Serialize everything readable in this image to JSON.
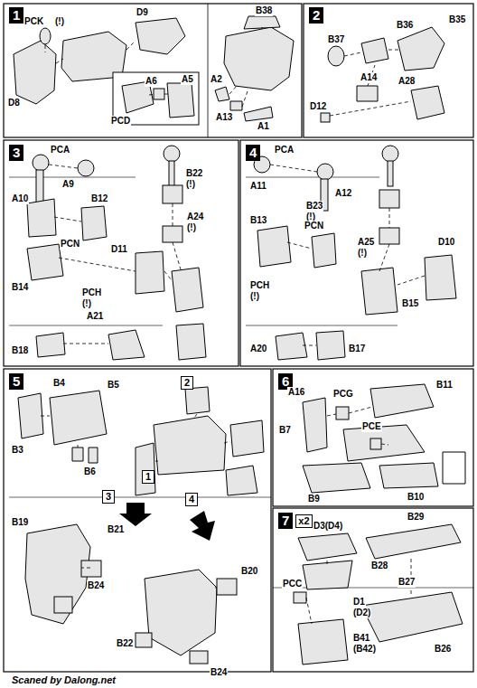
{
  "diagram": {
    "nodes": [
      {
        "text": [
          "1"
        ]
      },
      {
        "text": [
          "2"
        ]
      },
      {
        "text": [
          "3"
        ]
      },
      {
        "text": [
          "4"
        ]
      },
      {
        "text": [
          "5"
        ]
      },
      {
        "text": [
          "6"
        ]
      },
      {
        "text": [
          "7",
          "x2"
        ]
      },
      {
        "text": [
          "2"
        ]
      },
      {
        "text": [
          "1"
        ]
      },
      {
        "text": [
          "3"
        ]
      },
      {
        "text": [
          "4"
        ]
      }
    ],
    "labels": [
      "PCK",
      "(!)",
      "D9",
      "D8",
      "A6",
      "PCD",
      "A5",
      "B38",
      "A2",
      "A13",
      "A1",
      "B35",
      "B37",
      "B36",
      "A14",
      "A28",
      "D12",
      "PCA",
      "A9",
      "A10",
      "B22",
      "(!)",
      "B12",
      "PCN",
      "D11",
      "A24",
      "(!)",
      "B14",
      "PCH",
      "(!)",
      "A21",
      "B18",
      "PCA",
      "A11",
      "A12",
      "B23",
      "(!)",
      "B13",
      "PCN",
      "A25",
      "(!)",
      "D10",
      "PCH",
      "(!)",
      "B15",
      "A20",
      "B17",
      "B4",
      "B5",
      "B3",
      "B6",
      "B19",
      "B21",
      "B24",
      "B22",
      "B20",
      "B24",
      "A16",
      "PCG",
      "B11",
      "B7",
      "PCE",
      "B9",
      "B10",
      "D3(D4)",
      "PCC",
      "D1",
      "(D2)",
      "B41",
      "(B42)",
      "B29",
      "B28",
      "B27",
      "B26",
      "Scaned by Dalong.net"
    ]
  }
}
